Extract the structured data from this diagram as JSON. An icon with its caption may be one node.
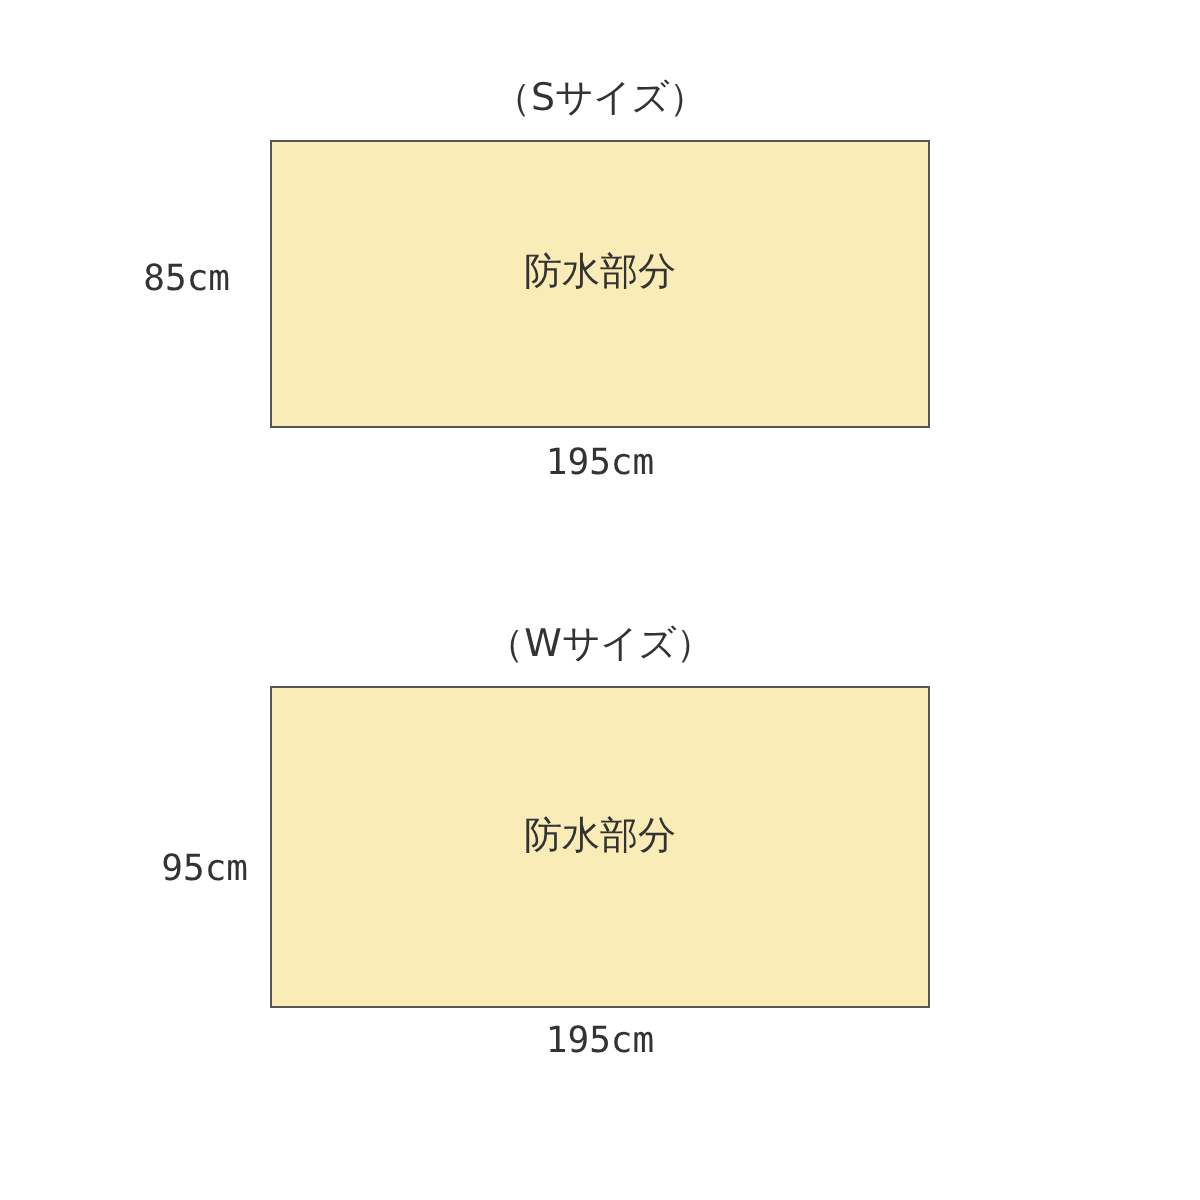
{
  "diagram": {
    "nodes": [
      {
        "text": [
          "（Sサイズ）",
          "防水部分"
        ]
      },
      {
        "text": [
          "（Wサイズ）",
          "防水部分"
        ]
      }
    ],
    "labels": [
      "85cm",
      "195cm",
      "95cm",
      "195cm"
    ]
  }
}
